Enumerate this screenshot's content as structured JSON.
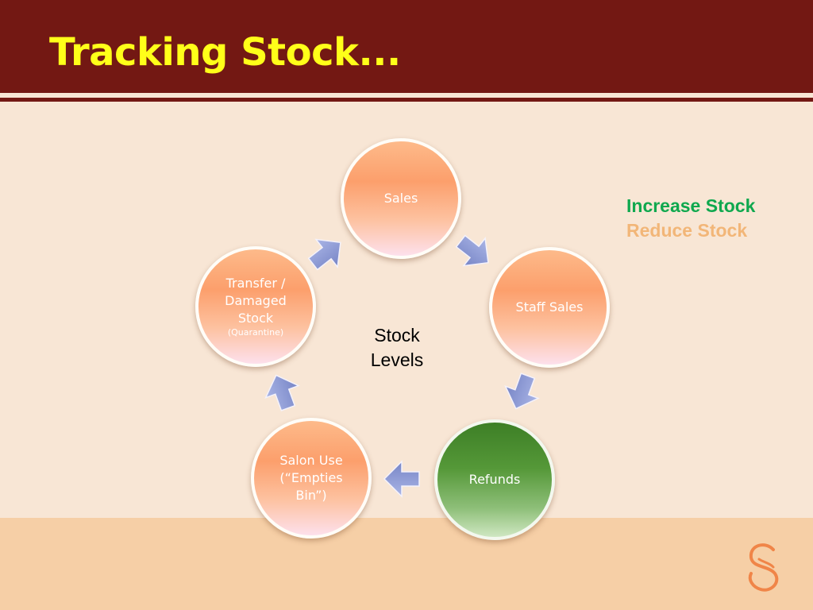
{
  "slide": {
    "title": "Tracking Stock..."
  },
  "diagram": {
    "center_lines": [
      "Stock",
      "Levels"
    ],
    "nodes": [
      {
        "id": "sales",
        "lines": [
          "Sales"
        ],
        "effect": "reduce"
      },
      {
        "id": "staff-sales",
        "lines": [
          "Staff Sales"
        ],
        "effect": "reduce"
      },
      {
        "id": "refunds",
        "lines": [
          "Refunds"
        ],
        "effect": "increase"
      },
      {
        "id": "salon-use",
        "lines": [
          "Salon Use",
          "(“Empties",
          "Bin”)"
        ],
        "effect": "reduce"
      },
      {
        "id": "transfer-damaged",
        "lines": [
          "Transfer /",
          "Damaged",
          "Stock"
        ],
        "sub": "(Quarantine)",
        "effect": "reduce"
      }
    ]
  },
  "legend": {
    "increase": "Increase Stock",
    "reduce": "Reduce Stock"
  },
  "colors": {
    "header": "#731813",
    "title": "#ffff19",
    "background": "#f8e6d5",
    "band": "#f6cfa6",
    "increase": "#0fa84e",
    "reduce": "#f2b678",
    "arrow": "#8a98d4",
    "logo": "#f08548"
  },
  "icons": {
    "logo": "s-logo-icon",
    "arrow": "arrow-icon"
  }
}
